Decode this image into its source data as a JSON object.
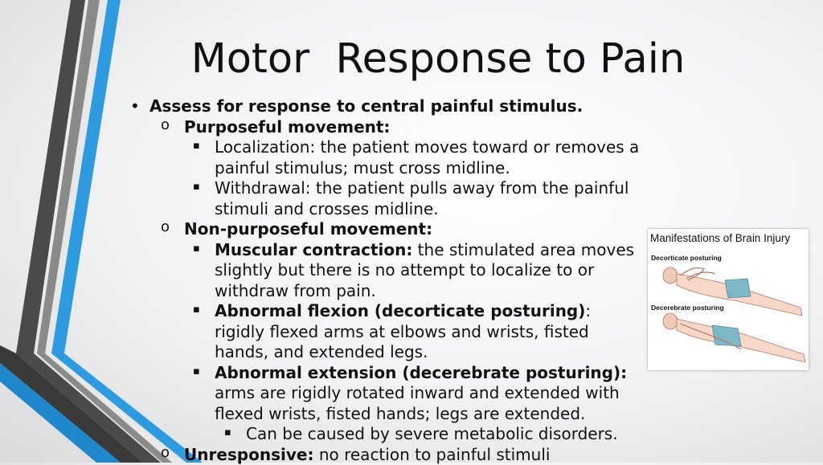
{
  "slide": {
    "title": "Motor  Response to Pain",
    "bullets": [
      {
        "level": 1,
        "marker": "•",
        "bold": "Assess for response to central painful stimulus.",
        "text": ""
      },
      {
        "level": 2,
        "marker": "o",
        "bold": "Purposeful movement:",
        "text": ""
      },
      {
        "level": 3,
        "marker": "▪",
        "bold": "",
        "text": "Localization: the patient moves toward or removes a painful stimulus; must cross midline."
      },
      {
        "level": 3,
        "marker": "▪",
        "bold": "",
        "text": "Withdrawal: the patient pulls away from the painful stimuli and crosses midline."
      },
      {
        "level": 2,
        "marker": "o",
        "bold": "Non-purposeful movement:",
        "text": ""
      },
      {
        "level": 3,
        "marker": "▪",
        "bold": "Muscular contraction:",
        "text": " the stimulated area moves slightly but there is no attempt to localize to or withdraw from pain."
      },
      {
        "level": 3,
        "marker": "▪",
        "bold": "Abnormal flexion (decorticate posturing)",
        "text": ": rigidly flexed arms at elbows and wrists, fisted hands, and extended legs."
      },
      {
        "level": 3,
        "marker": "▪",
        "bold": "Abnormal extension (decerebrate posturing):",
        "text": " arms are rigidly rotated inward and extended with flexed wrists, fisted hands; legs are extended."
      },
      {
        "level": 4,
        "marker": "▪",
        "bold": "",
        "text": "Can be caused by severe metabolic disorders."
      },
      {
        "level": 2,
        "marker": "o",
        "bold": "Unresponsive:",
        "text": " no reaction to painful stimuli"
      }
    ]
  },
  "figure": {
    "title": "Manifestations of Brain Injury",
    "label_top": "Decorticate posturing",
    "label_bottom": "Decerebrate posturing"
  },
  "colors": {
    "accent_blue": "#2e9be0",
    "accent_dark": "#3d3d3d",
    "accent_gray": "#7a7a7a"
  }
}
